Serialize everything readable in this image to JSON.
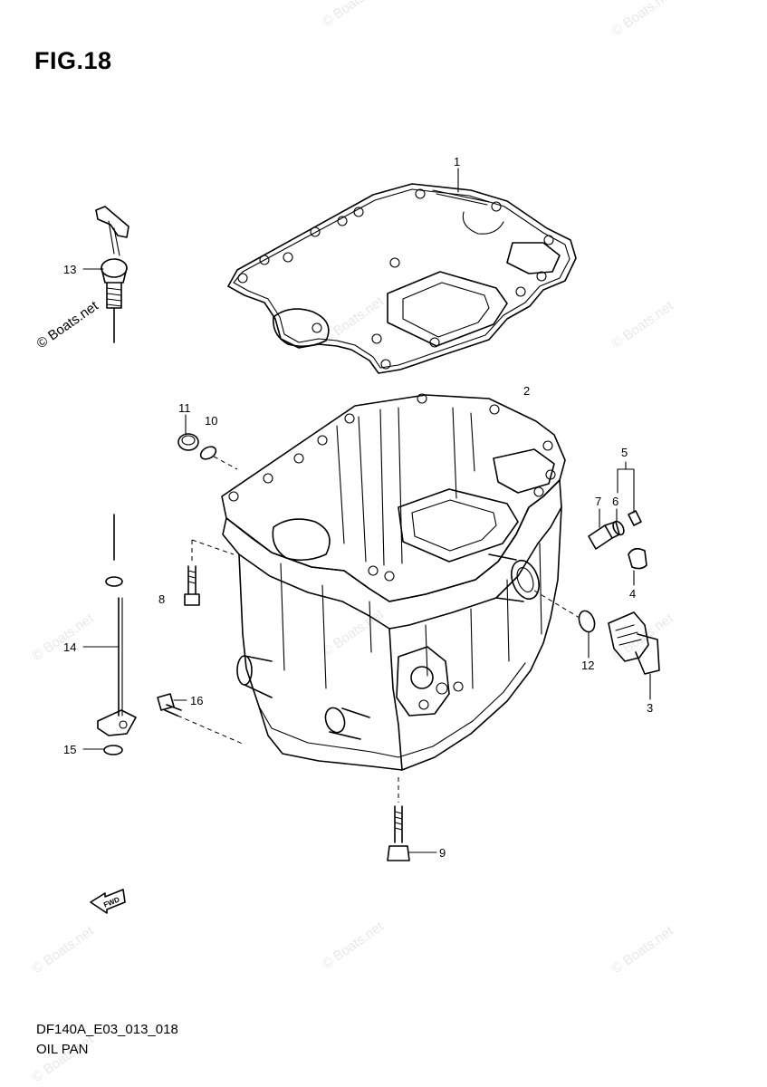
{
  "figure": {
    "title": "FIG.18",
    "diagram_code": "DF140A_E03_013_018",
    "diagram_name": "OIL PAN"
  },
  "watermark": {
    "text": "© Boats.net"
  },
  "callouts": {
    "c1": "1",
    "c2": "2",
    "c3": "3",
    "c4": "4",
    "c5": "5",
    "c6": "6",
    "c7": "7",
    "c8": "8",
    "c9": "9",
    "c10": "10",
    "c11": "11",
    "c12": "12",
    "c13": "13",
    "c14": "14",
    "c15": "15",
    "c16": "16"
  },
  "direction_marker": {
    "label": "FWD",
    "icon": "forward-arrow-icon"
  }
}
